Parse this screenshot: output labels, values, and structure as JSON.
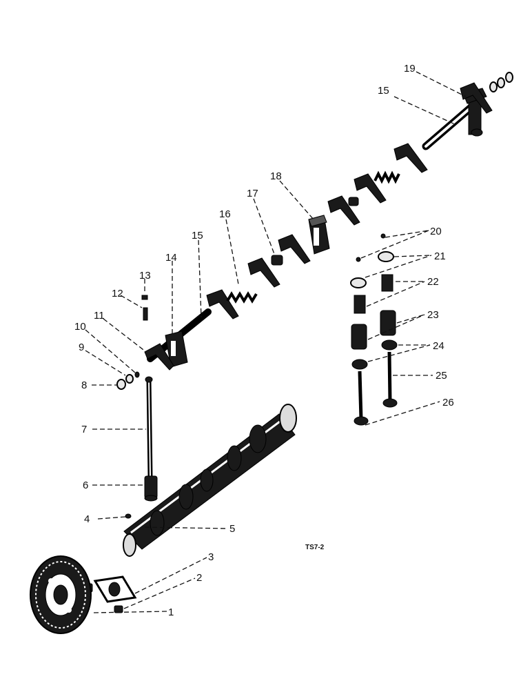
{
  "figure_code": "TS7-2",
  "callouts": [
    "1",
    "2",
    "3",
    "4",
    "5",
    "6",
    "7",
    "8",
    "9",
    "10",
    "11",
    "12",
    "13",
    "14",
    "15",
    "16",
    "17",
    "18",
    "19",
    "20",
    "21",
    "22",
    "23",
    "24",
    "25",
    "26"
  ]
}
